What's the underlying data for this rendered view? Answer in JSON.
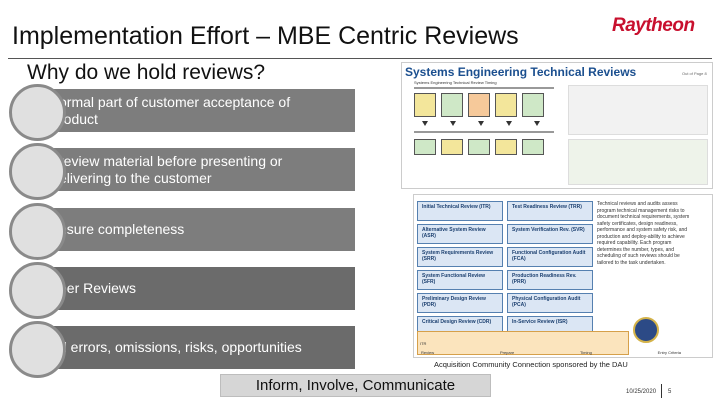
{
  "title": "Implementation Effort – MBE Centric Reviews",
  "logo_text": "Raytheon",
  "subtitle": "Why do we hold reviews?",
  "bullets": [
    {
      "line1": "ormal part of customer acceptance of",
      "line2": "roduct"
    },
    {
      "line1": "review material before presenting or",
      "line2": "elivering to the customer"
    },
    {
      "line1": "nsure completeness",
      "line2": ""
    },
    {
      "line1": "eer Reviews",
      "line2": ""
    },
    {
      "line1": "d errors, omissions, risks, opportunities",
      "line2": ""
    }
  ],
  "figure_top": {
    "title": "Systems Engineering Technical Reviews",
    "tag": "Out of Page 8",
    "subheading": "Systems Engineering Technical Review Timing"
  },
  "figure_bottom": {
    "reviews_left": [
      "Initial Technical Review (ITR)",
      "Alternative System Review (ASR)",
      "System Requirements Review (SRR)",
      "System Functional Review (SFR)",
      "Preliminary Design Review (PDR)",
      "Critical Design Review (CDR)"
    ],
    "reviews_mid": [
      "Test Readiness Review (TRR)",
      "System Verification Rev. (SVR)",
      "Functional Configuration Audit (FCA)",
      "Production Readiness Rev. (PRR)",
      "Physical Configuration Audit (PCA)",
      "In-Service Review (ISR)"
    ],
    "description": "Technical reviews and audits assess program technical management risks to document technical requirements, system safety certificates, design readiness, performance and system safety risk, and production and deploy-ability to achieve required capability. Each program determines the number, types, and scheduling of such reviews should be tailored to the task undertaken.",
    "bottom_label": "ITR",
    "phases": [
      "Review",
      "Prepare",
      "Timing",
      "Entry Criteria"
    ]
  },
  "acq_caption": "Acquisition Community Connection sponsored by the DAU",
  "tagline": "Inform, Involve, Communicate",
  "date": "10/25/2020",
  "page_number": "5",
  "colors": {
    "bar": "#7d7d7d",
    "logo": "#c8102e",
    "panel_title": "#1b4f8f"
  }
}
